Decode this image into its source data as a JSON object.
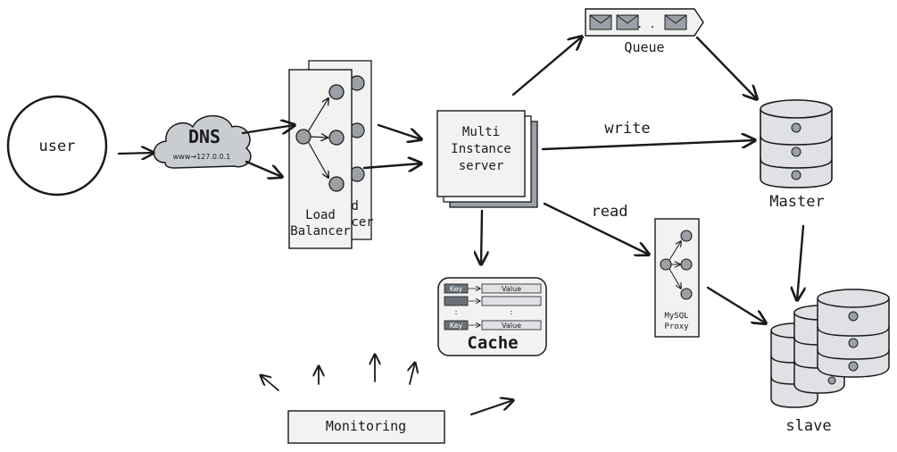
{
  "nodes": {
    "user": "user",
    "dns": "DNS",
    "dns_ip": "www→127.0.0.1",
    "load_balancer": "Load\nBalancer",
    "load_balancer_back": "Load\nBalancer",
    "server": "Multi\nInstance\nserver",
    "queue": "Queue",
    "master": "Master",
    "slave": "slave",
    "cache": "Cache",
    "cache_key": "Key",
    "cache_value": "Value",
    "proxy": "MySQL\nProxy",
    "monitoring": "Monitoring"
  },
  "edges": {
    "write": "write",
    "read": "read"
  },
  "colors": {
    "ink": "#1a1a1a",
    "cloud_fill": "#c9ccd1",
    "box_fill": "#f2f2f2",
    "shadow_fill": "#9aa0a6",
    "db_fill": "#dfe1e4",
    "node_fill": "#9aa0a6",
    "cache_key_fill": "#6b7178"
  }
}
